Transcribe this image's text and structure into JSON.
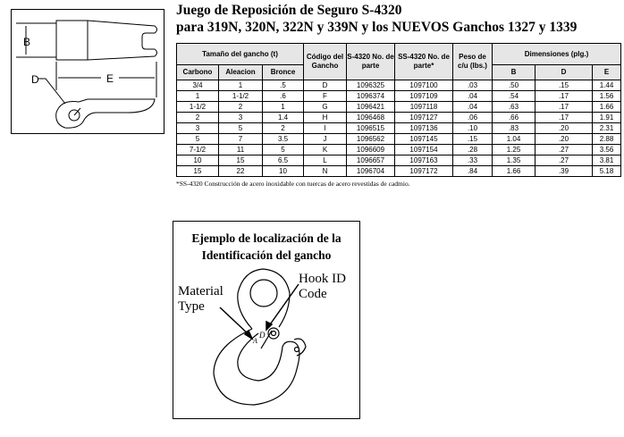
{
  "diagram": {
    "label_b": "B",
    "label_d": "D",
    "label_e": "E"
  },
  "title": {
    "line1": "Juego de Reposición de Seguro S-4320",
    "line2": "para 319N, 320N, 322N y 339N y los NUEVOS Ganchos 1327 y 1339"
  },
  "table": {
    "group_size": "Tamaño del gancho (t)",
    "group_dims": "Dimensiones (plg.)",
    "headers": {
      "carbono": "Carbono",
      "aleacion": "Aleacion",
      "bronce": "Bronce",
      "codigo": "Código del Gancho",
      "s4320": "S-4320 No. de parte",
      "ss4320": "SS-4320 No. de parte*",
      "peso": "Peso de c/u (lbs.)",
      "b": "B",
      "d": "D",
      "e": "E"
    },
    "rows": [
      [
        "3/4",
        "1",
        ".5",
        "D",
        "1096325",
        "1097100",
        ".03",
        ".50",
        ".15",
        "1.44"
      ],
      [
        "1",
        "1-1/2",
        ".6",
        "F",
        "1096374",
        "1097109",
        ".04",
        ".54",
        ".17",
        "1.56"
      ],
      [
        "1-1/2",
        "2",
        "1",
        "G",
        "1096421",
        "1097118",
        ".04",
        ".63",
        ".17",
        "1.66"
      ],
      [
        "2",
        "3",
        "1.4",
        "H",
        "1096468",
        "1097127",
        ".06",
        ".66",
        ".17",
        "1.91"
      ],
      [
        "3",
        "5",
        "2",
        "I",
        "1096515",
        "1097136",
        ".10",
        ".83",
        ".20",
        "2.31"
      ],
      [
        "5",
        "7",
        "3.5",
        "J",
        "1096562",
        "1097145",
        ".15",
        "1.04",
        ".20",
        "2.88"
      ],
      [
        "7-1/2",
        "11",
        "5",
        "K",
        "1096609",
        "1097154",
        ".28",
        "1.25",
        ".27",
        "3.56"
      ],
      [
        "10",
        "15",
        "6.5",
        "L",
        "1096657",
        "1097163",
        ".33",
        "1.35",
        ".27",
        "3.81"
      ],
      [
        "15",
        "22",
        "10",
        "N",
        "1096704",
        "1097172",
        ".84",
        "1.66",
        ".39",
        "5.18"
      ]
    ]
  },
  "footnote": "*SS-4320 Construcción de acero inoxidable con tuercas de acero revestidas de cadmio.",
  "hook_example": {
    "title_line1": "Ejemplo de localización de la",
    "title_line2": "Identificación del gancho",
    "material_line1": "Material",
    "material_line2": "Type",
    "hookid_line1": "Hook ID",
    "hookid_line2": "Code",
    "mark_d": "D",
    "mark_a": "A"
  }
}
